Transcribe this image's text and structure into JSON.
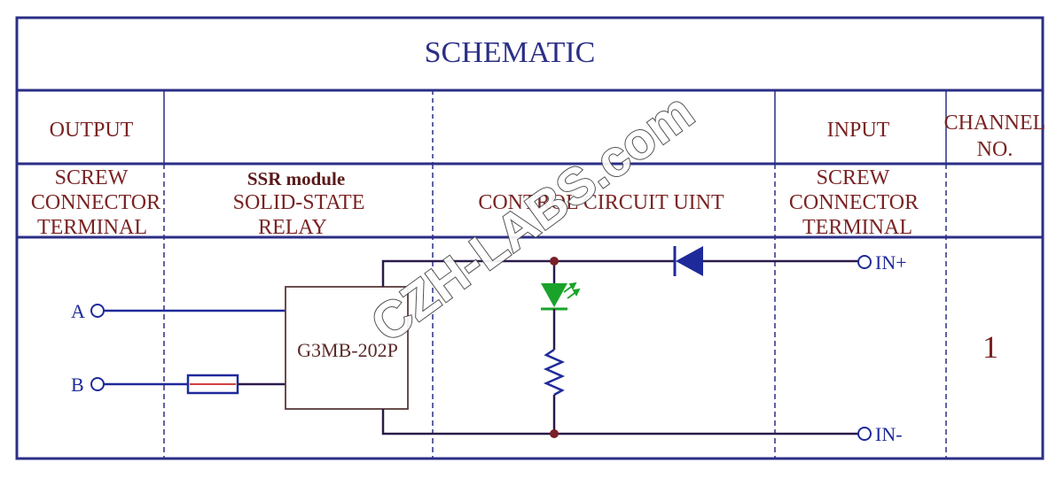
{
  "title": "SCHEMATIC",
  "headers": {
    "output": "OUTPUT",
    "input": "INPUT",
    "channel_line1": "CHANNEL",
    "channel_line2": "NO."
  },
  "subheaders": {
    "output_line1": "SCREW",
    "output_line2": "CONNECTOR",
    "output_line3": "TERMINAL",
    "ssr_title": "SSR module",
    "ssr_line1": "SOLID-STATE",
    "ssr_line2": "RELAY",
    "control": "CONTROL CIRCUIT UINT",
    "input_line1": "SCREW",
    "input_line2": "CONNECTOR",
    "input_line3": "TERMINAL"
  },
  "pins": {
    "a": "A",
    "b": "B",
    "in_plus": "IN+",
    "in_minus": "IN-"
  },
  "relay_part": "G3MB-202P",
  "channel_number": "1",
  "watermark": "CZH-LABS.com",
  "colors": {
    "frame": "#2b2f86",
    "wire_blue": "#1f2a9a",
    "wire_dark": "#2a1a4a",
    "node": "#7a1f2a",
    "led": "#1aa32a",
    "header_text": "#7a2323",
    "fuse_center": "#d44040"
  }
}
